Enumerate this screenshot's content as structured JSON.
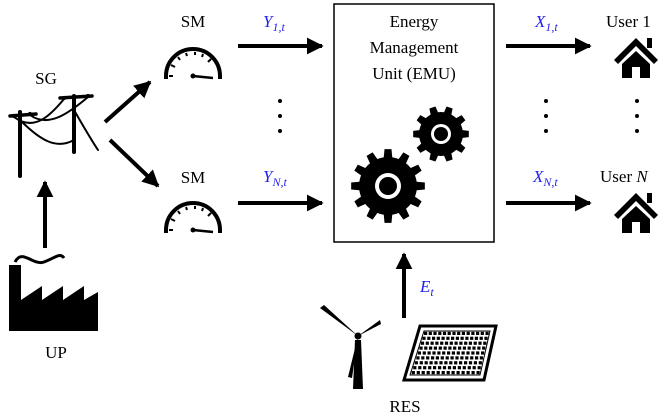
{
  "labels": {
    "sg": "SG",
    "up": "UP",
    "sm_top": "SM",
    "sm_bottom": "SM",
    "emu_line1": "Energy",
    "emu_line2": "Management",
    "emu_line3": "Unit (EMU)",
    "res": "RES",
    "user_1": "User 1",
    "user_n_prefix": "User",
    "user_n_var": "N"
  },
  "signals": {
    "y1": {
      "base": "Y",
      "sub": "1,t"
    },
    "yn": {
      "base": "Y",
      "sub": "N,t"
    },
    "x1": {
      "base": "X",
      "sub": "1,t"
    },
    "xn": {
      "base": "X",
      "sub": "N,t"
    },
    "et": {
      "base": "E",
      "sub": "t"
    }
  },
  "colors": {
    "signal": "#2222ee",
    "ink": "#000000"
  },
  "icons": [
    "factory-icon",
    "power-pole-icon",
    "smart-meter-icon",
    "gears-icon",
    "house-icon",
    "wind-turbine-icon",
    "solar-panel-icon"
  ]
}
